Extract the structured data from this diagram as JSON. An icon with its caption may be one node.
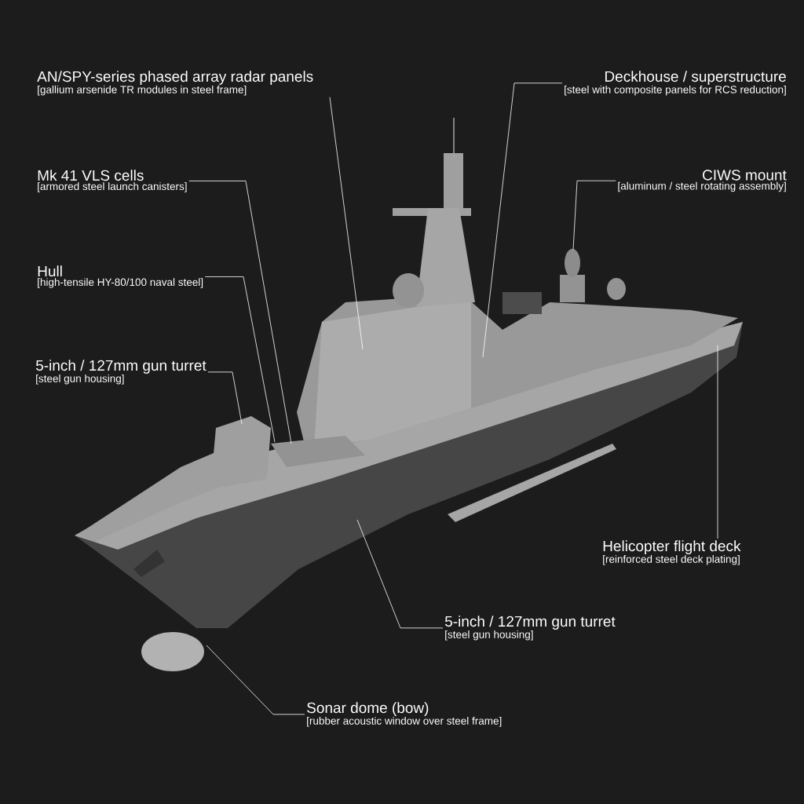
{
  "diagram": {
    "nodes": [
      {
        "text": [
          "AN/SPY-series phased array radar panels",
          "[gallium arsenide TR modules in steel frame]"
        ]
      },
      {
        "text": [
          "Deckhouse / superstructure",
          "[steel with composite panels for RCS reduction]"
        ]
      },
      {
        "text": [
          "Mk 41 VLS cells",
          "[armored steel launch canisters]"
        ]
      },
      {
        "text": [
          "CIWS mount",
          "[aluminum / steel rotating assembly]"
        ]
      },
      {
        "text": [
          "Hull",
          "[high-tensile HY-80/100 naval steel]"
        ]
      },
      {
        "text": [
          "5-inch / 127mm gun turret",
          "[steel gun housing]"
        ]
      },
      {
        "text": [
          "Helicopter flight deck",
          "[reinforced steel deck plating]"
        ]
      },
      {
        "text": [
          "5-inch / 127mm gun turret",
          "[steel gun housing]"
        ]
      },
      {
        "text": [
          "Sonar dome (bow)",
          "[rubber acoustic window over steel frame]"
        ]
      }
    ],
    "edges": [
      {
        "from": 0,
        "to": null,
        "arrow": "none"
      },
      {
        "from": 1,
        "to": null,
        "arrow": "none"
      },
      {
        "from": 2,
        "to": null,
        "arrow": "none"
      },
      {
        "from": 3,
        "to": null,
        "arrow": "none"
      },
      {
        "from": 4,
        "to": null,
        "arrow": "none"
      },
      {
        "from": 5,
        "to": null,
        "arrow": "none"
      },
      {
        "from": 6,
        "to": null,
        "arrow": "none"
      },
      {
        "from": 7,
        "to": null,
        "arrow": "none"
      },
      {
        "from": 8,
        "to": null,
        "arrow": "none"
      }
    ]
  }
}
